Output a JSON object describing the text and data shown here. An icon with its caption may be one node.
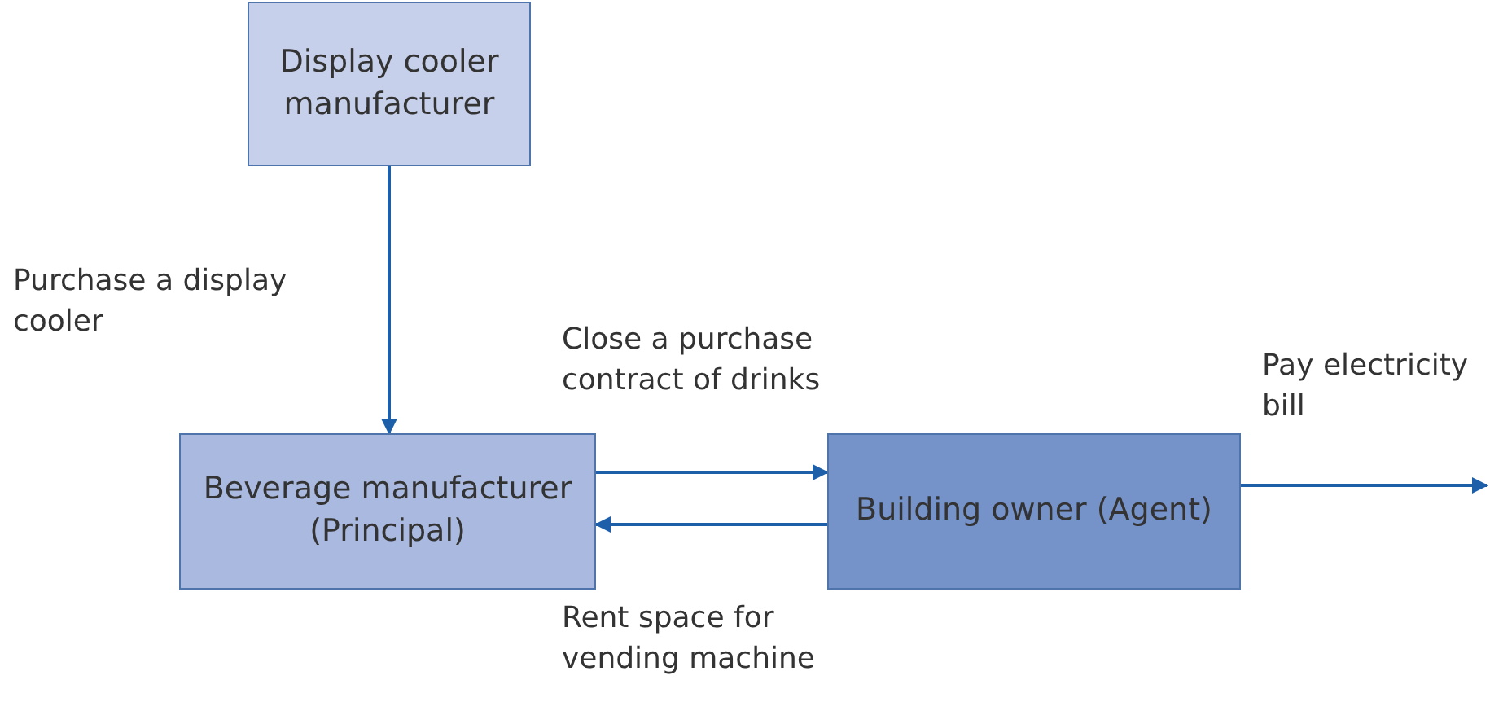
{
  "diagram": {
    "nodes": [
      {
        "text": [
          "Display cooler manufacturer"
        ]
      },
      {
        "text": [
          "Beverage manufacturer (Principal)"
        ]
      },
      {
        "text": [
          "Building owner (Agent)"
        ]
      }
    ],
    "edges": [
      {
        "from": 0,
        "to": 1,
        "arrow": "to",
        "label": "Purchase a display cooler"
      },
      {
        "from": 1,
        "to": 2,
        "arrow": "to",
        "label": "Close a purchase contract of drinks"
      },
      {
        "from": 2,
        "to": 1,
        "arrow": "to",
        "label": "Rent space for vending machine"
      },
      {
        "from": 2,
        "to": null,
        "arrow": "to",
        "label": "Pay electricity bill"
      }
    ]
  }
}
